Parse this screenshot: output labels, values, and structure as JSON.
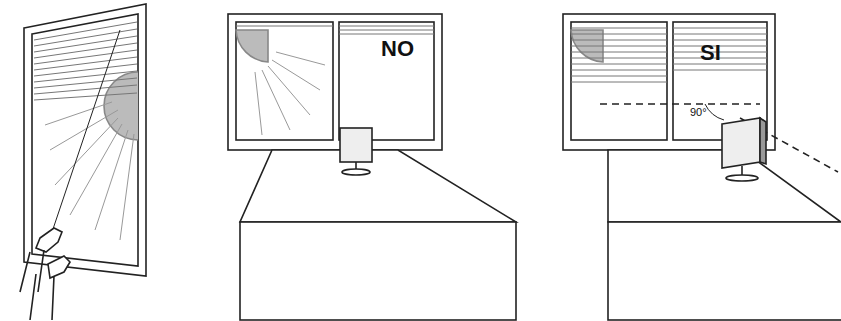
{
  "diagram": {
    "labels": [
      "NO",
      "SI",
      "90°"
    ]
  }
}
